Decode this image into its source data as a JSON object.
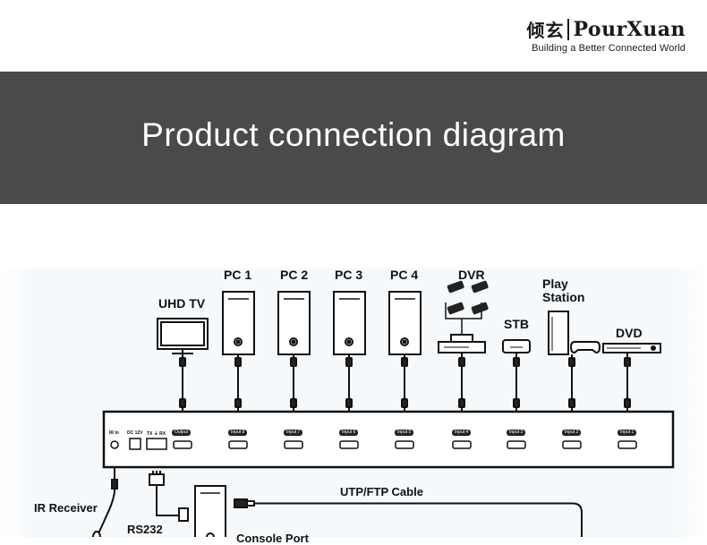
{
  "brand": {
    "chinese_name": "倾玄",
    "english_name": "PourXuan",
    "tagline": "Building a Better Connected World"
  },
  "banner": {
    "title": "Product connection diagram"
  },
  "devices": {
    "uhd_tv": "UHD TV",
    "pc1": "PC 1",
    "pc2": "PC 2",
    "pc3": "PC 3",
    "pc4": "PC 4",
    "dvr": "DVR",
    "stb": "STB",
    "play_station": "Play\nStation",
    "dvd": "DVD"
  },
  "ports": {
    "ir_in": "IR In",
    "dc": "DC 12V",
    "txrx": "TX ⏚ RX",
    "output": "Output",
    "input8": "Input 8",
    "input7": "Input 7",
    "input6": "Input 6",
    "input5": "Input 5",
    "input4": "Input 4",
    "input3": "Input 3",
    "input2": "Input 2",
    "input1": "Input 1"
  },
  "bottom": {
    "ir_receiver": "IR Receiver",
    "rs232": "RS232",
    "cable": "UTP/FTP Cable",
    "console": "Console Port"
  }
}
